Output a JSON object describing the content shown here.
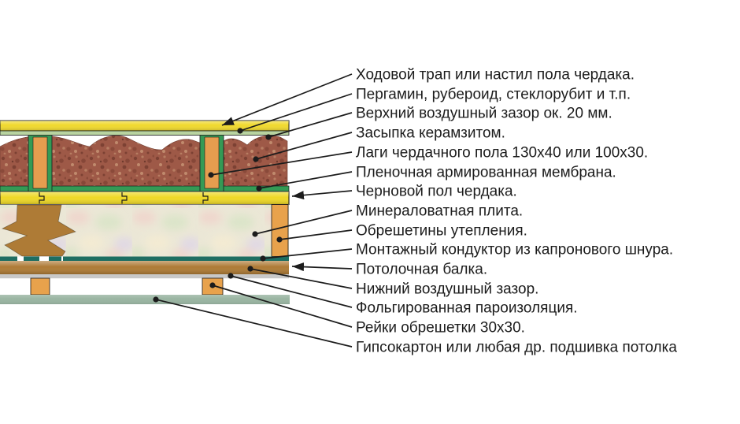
{
  "diagram": {
    "kind": "attic-floor-insulation-cross-section",
    "labels": [
      {
        "text": "Ходовой трап или настил пола чердака.",
        "connector": "arrow"
      },
      {
        "text": "Пергамин, рубероид, стеклорубит и т.п.",
        "connector": "dot"
      },
      {
        "text": "Верхний воздушный зазор ок. 20 мм.",
        "connector": "dot"
      },
      {
        "text": "Засыпка керамзитом.",
        "connector": "dot"
      },
      {
        "text": "Лаги чердачного пола  130х40 или 100х30.",
        "connector": "dot"
      },
      {
        "text": "Пленочная армированная мембрана.",
        "connector": "dot"
      },
      {
        "text": "Черновой пол чердака.",
        "connector": "arrow"
      },
      {
        "text": "Минераловатная плита.",
        "connector": "dot"
      },
      {
        "text": "Обрешетины утепления.",
        "connector": "dot"
      },
      {
        "text": "Монтажный кондуктор из капронового шнура.",
        "connector": "dot"
      },
      {
        "text": "Потолочная балка.",
        "connector": "arrow"
      },
      {
        "text": "Нижний воздушный зазор.",
        "connector": "dot"
      },
      {
        "text": "Фольгированная пароизоляция.",
        "connector": "dot"
      },
      {
        "text": "Рейки обрешетки 30х30.",
        "connector": "dot"
      },
      {
        "text": "Гипсокартон или любая др. подшивка потолка",
        "connector": "dot"
      }
    ],
    "colors": {
      "walk_board": "#f0d92e",
      "pergamin": "#b8d3a0",
      "keramzit": "#9e5947",
      "joist_orange": "#e59d4f",
      "membrane_green": "#349a55",
      "subfloor": "#eed827",
      "mineral_wool": "#ebe7d6",
      "beam_brown": "#ae7b36",
      "cord_teal": "#1e6e62",
      "foil_gray": "#c8c8c8",
      "batten_orange": "#e8a24c",
      "drywall_sage": "#9ab5a2",
      "line_black": "#1c1c1c",
      "background": "#ffffff"
    }
  }
}
